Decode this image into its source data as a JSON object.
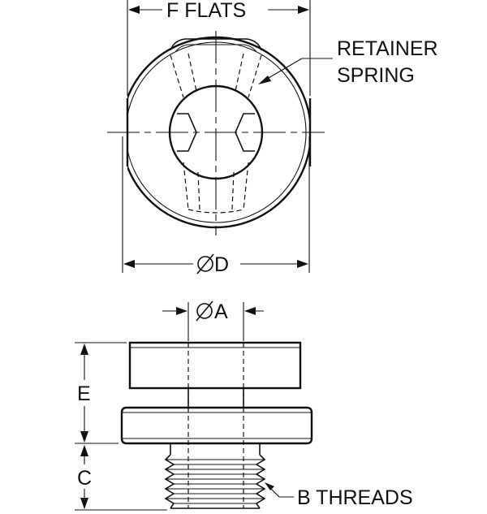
{
  "labels": {
    "flats": "F  FLATS",
    "retainer_line1": "RETAINER",
    "retainer_line2": "SPRING",
    "dia_d": "D",
    "dia_a": "A",
    "dim_e": "E",
    "dim_c": "C",
    "threads": "B THREADS"
  }
}
